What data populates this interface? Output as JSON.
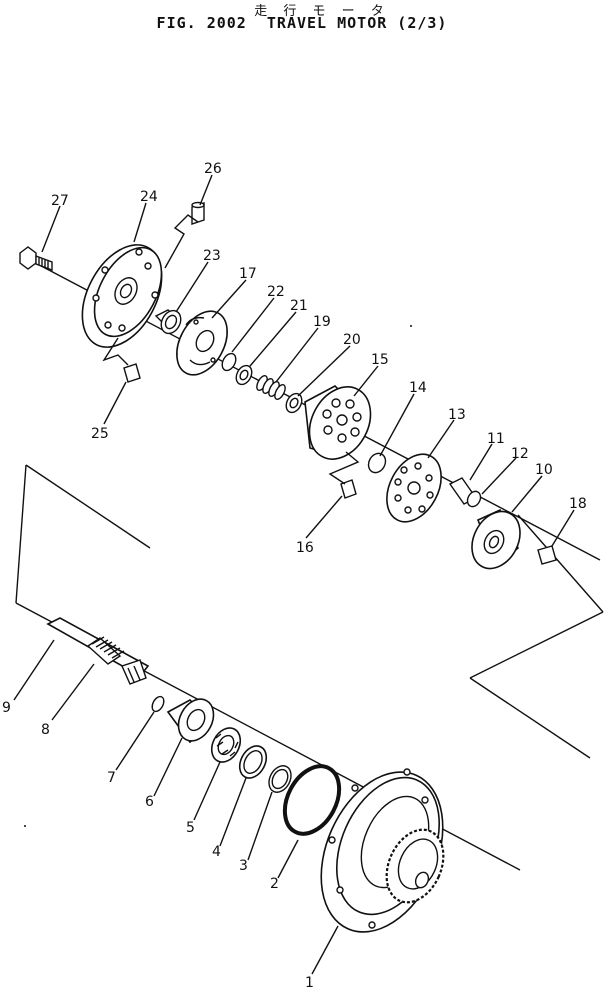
{
  "header": {
    "jp_title": "走 行 モ ー タ",
    "fig_title": "FIG. 2002  TRAVEL MOTOR (2/3)"
  },
  "callouts": [
    "1",
    "2",
    "3",
    "4",
    "5",
    "6",
    "7",
    "8",
    "9",
    "10",
    "11",
    "12",
    "13",
    "14",
    "15",
    "16",
    "17",
    "18",
    "19",
    "20",
    "21",
    "22",
    "23",
    "24",
    "25",
    "26",
    "27"
  ]
}
